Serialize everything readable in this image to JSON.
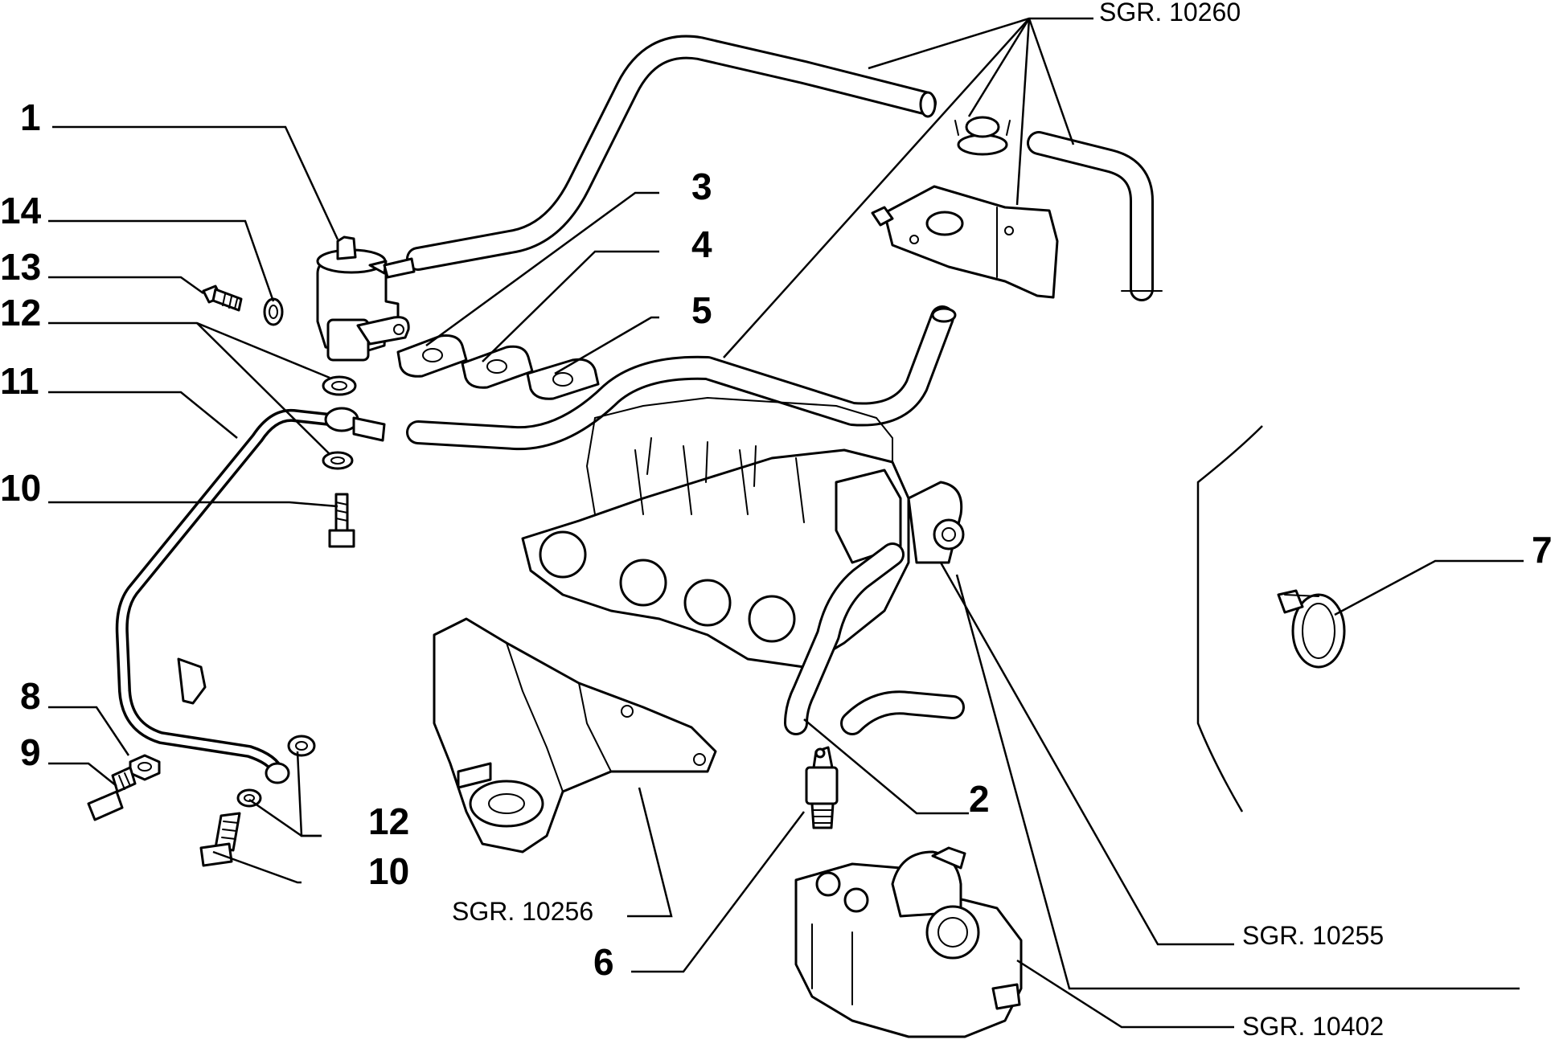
{
  "callouts": [
    {
      "id": "1",
      "label": "1"
    },
    {
      "id": "2",
      "label": "2"
    },
    {
      "id": "3",
      "label": "3"
    },
    {
      "id": "4",
      "label": "4"
    },
    {
      "id": "5",
      "label": "5"
    },
    {
      "id": "6",
      "label": "6"
    },
    {
      "id": "7",
      "label": "7"
    },
    {
      "id": "8",
      "label": "8"
    },
    {
      "id": "9",
      "label": "9"
    },
    {
      "id": "10a",
      "label": "10"
    },
    {
      "id": "10b",
      "label": "10"
    },
    {
      "id": "11",
      "label": "11"
    },
    {
      "id": "12a",
      "label": "12"
    },
    {
      "id": "12b",
      "label": "12"
    },
    {
      "id": "13",
      "label": "13"
    },
    {
      "id": "14",
      "label": "14"
    }
  ],
  "references": [
    {
      "id": "sgr10260",
      "label": "SGR. 10260"
    },
    {
      "id": "sgr10256",
      "label": "SGR. 10256"
    },
    {
      "id": "sgr10255",
      "label": "SGR. 10255"
    },
    {
      "id": "sgr10402",
      "label": "SGR. 10402"
    }
  ]
}
